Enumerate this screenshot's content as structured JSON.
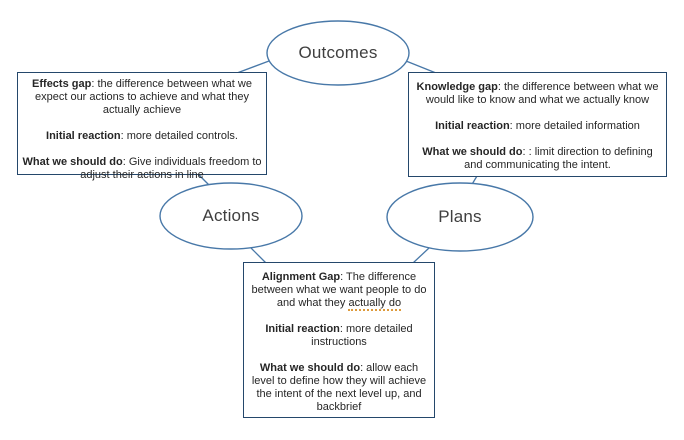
{
  "nodes": {
    "outcomes": {
      "label": "Outcomes"
    },
    "actions": {
      "label": "Actions"
    },
    "plans": {
      "label": "Plans"
    }
  },
  "boxes": {
    "effects": {
      "p1_label": "Effects gap",
      "p1_text": ": the difference between what we expect our actions to achieve and what they actually achieve",
      "p2_label": "Initial reaction",
      "p2_text": ": more detailed controls.",
      "p3_label": "What we should do",
      "p3_text": ": Give individuals freedom to adjust their actions in line"
    },
    "knowledge": {
      "p1_label": "Knowledge gap",
      "p1_text": ": the difference between what we would like to know and what we actually know",
      "p2_label": "Initial reaction",
      "p2_text": ": more detailed information",
      "p3_label": "What we should do",
      "p3_text": ": : limit direction to defining and communicating the intent."
    },
    "alignment": {
      "p1_label": "Alignment Gap",
      "p1_text": ": The difference between what we want people to do and what they ",
      "p1_flagged": "actually do",
      "p2_label": "Initial reaction",
      "p2_text": ": more detailed instructions",
      "p3_label": "What we should do",
      "p3_text": ": allow each level to define how they will achieve the intent of the next level up, and backbrief"
    }
  },
  "colors": {
    "ellipse_stroke": "#4878a8",
    "connector_stroke": "#4878a8",
    "box_border": "#24476b",
    "box_text": "#262626",
    "node_label_text": "#3f3f3f",
    "spellcheck_underline": "#dd9a3c",
    "background": "#ffffff"
  }
}
